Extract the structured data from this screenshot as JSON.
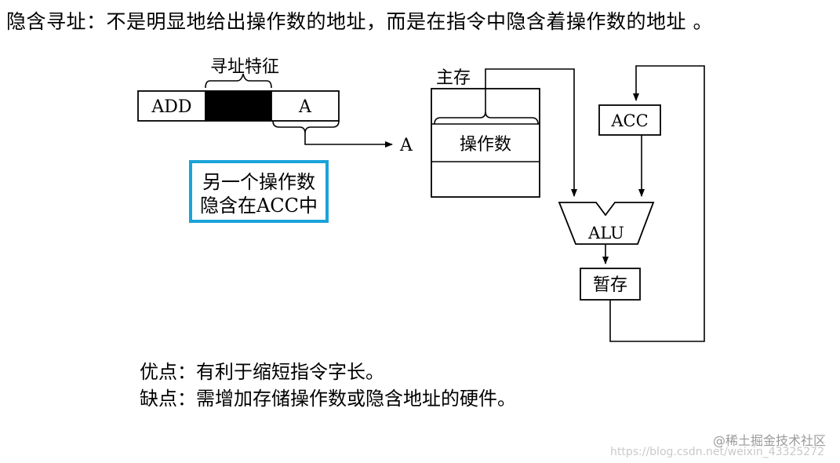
{
  "heading": "隐含寻址：不是明显地给出操作数的地址，而是在指令中隐含着操作数的地址 。",
  "diagram": {
    "feature_label": "寻址特征",
    "opcode": "ADD",
    "address_field": "A",
    "address_target": "A",
    "memory_label": "主存",
    "operand_cell": "操作数",
    "note_line1": "另一个操作数",
    "note_line2": "隐含在ACC中",
    "acc": "ACC",
    "alu": "ALU",
    "temp": "暂存",
    "note_border_color": "#1aa3d9"
  },
  "advantages": "优点：有利于缩短指令字长。",
  "disadvantages": "缺点：需增加存储操作数或隐含地址的硬件。",
  "watermark": {
    "url": "https://blog.csdn.net/weixin_43325272",
    "brand": "@稀土掘金技术社区"
  }
}
